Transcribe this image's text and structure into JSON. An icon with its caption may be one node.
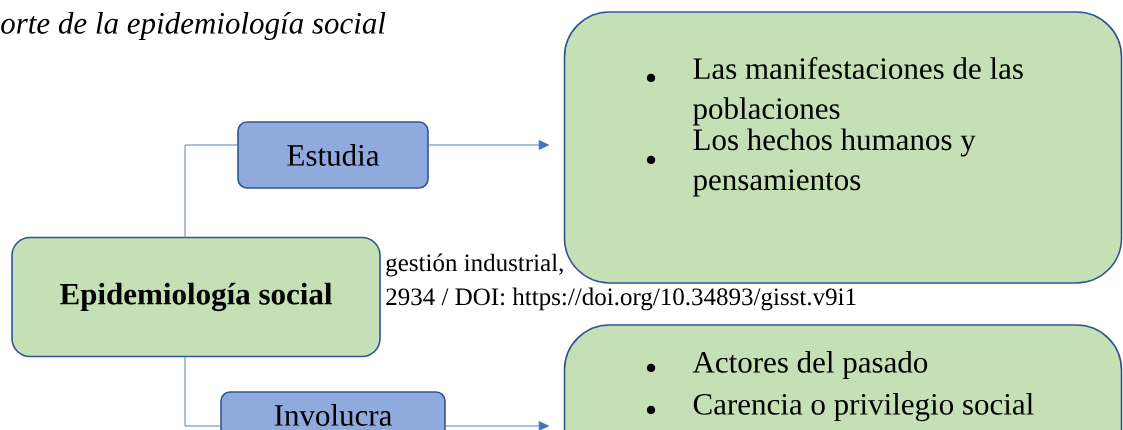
{
  "diagram": {
    "title": "orte de la epidemiología social",
    "nodes": [
      {
        "text": [
          "Epidemiología social"
        ]
      },
      {
        "text": [
          "Estudia"
        ]
      },
      {
        "text": [
          "Las manifestaciones de las poblaciones",
          "Los hechos humanos y pensamientos"
        ]
      },
      {
        "text": [
          "Involucra"
        ]
      },
      {
        "text": [
          "Actores del pasado",
          "Carencia o privilegio social"
        ]
      }
    ],
    "edges": [
      {
        "from": 0,
        "to": 1,
        "arrow": "none"
      },
      {
        "from": 1,
        "to": 2,
        "arrow": "to"
      },
      {
        "from": 0,
        "to": 3,
        "arrow": "none"
      },
      {
        "from": 3,
        "to": 4,
        "arrow": "to"
      }
    ],
    "labels": [
      "gestión industrial,",
      "2934 / DOI: https://doi.org/10.34893/gisst.v9i1"
    ]
  }
}
